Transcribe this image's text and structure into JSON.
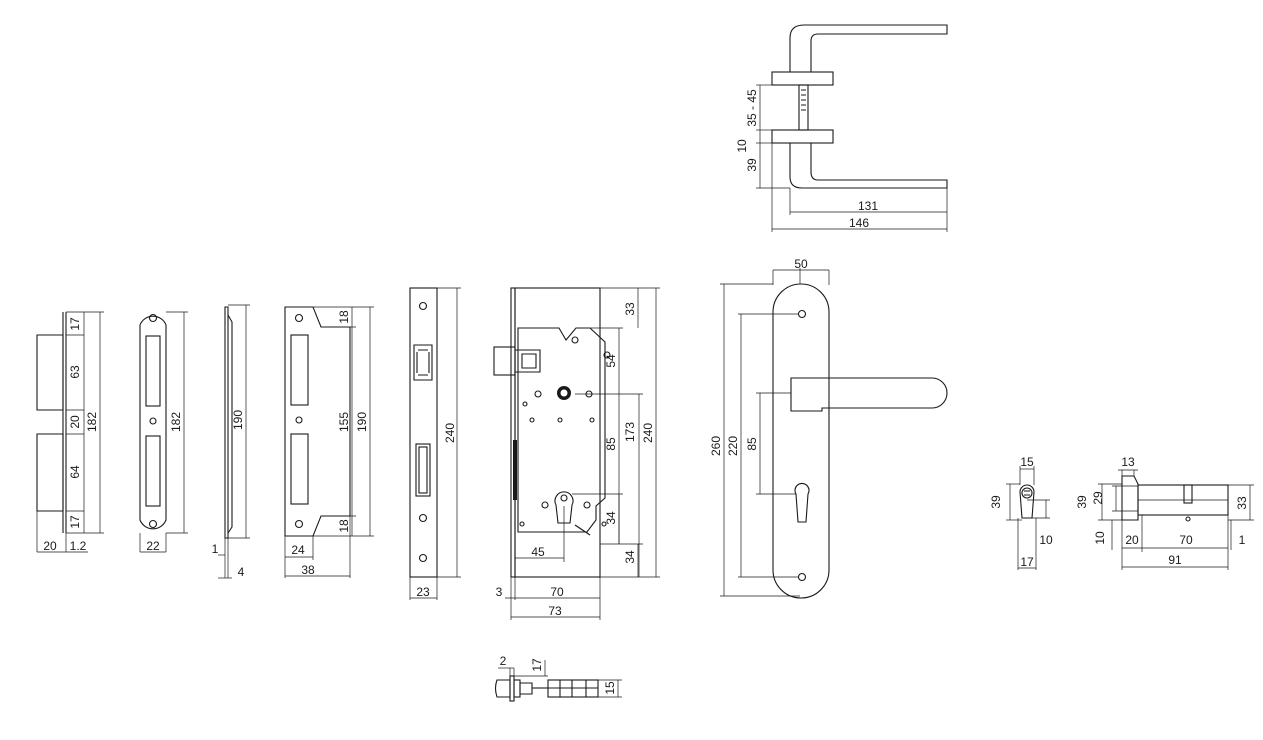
{
  "strike_plate_a": {
    "d17_top": "17",
    "d63": "63",
    "d20": "20",
    "d182": "182",
    "d64": "64",
    "d17_bot": "17",
    "d20_w": "20",
    "d1_2": "1.2"
  },
  "strike_plate_b": {
    "d182": "182",
    "d22": "22"
  },
  "strike_profile": {
    "d190": "190",
    "d1": "1",
    "d4": "4"
  },
  "angled_strike": {
    "d18_top": "18",
    "d155": "155",
    "d190": "190",
    "d18_bot": "18",
    "d24": "24",
    "d38": "38"
  },
  "forend": {
    "d240": "240",
    "d23": "23"
  },
  "lock_case": {
    "d33": "33",
    "d54": "54",
    "d85": "85",
    "d173": "173",
    "d240": "240",
    "d34_a": "34",
    "d34_b": "34",
    "d45": "45",
    "d3": "3",
    "d70": "70",
    "d73": "73"
  },
  "handle_top": {
    "d35_45": "35 - 45",
    "d10": "10",
    "d39": "39",
    "d131": "131",
    "d146": "146"
  },
  "backplate": {
    "d50": "50",
    "d260": "260",
    "d220": "220",
    "d85": "85"
  },
  "cylinder_end": {
    "d15": "15",
    "d39": "39",
    "d10": "10",
    "d17": "17"
  },
  "cylinder_side": {
    "d13": "13",
    "d39": "39",
    "d29": "29",
    "d33": "33",
    "d10": "10",
    "d20": "20",
    "d70": "70",
    "d1": "1",
    "d91": "91"
  },
  "latch_detail": {
    "d2": "2",
    "d17": "17",
    "d15": "15"
  }
}
